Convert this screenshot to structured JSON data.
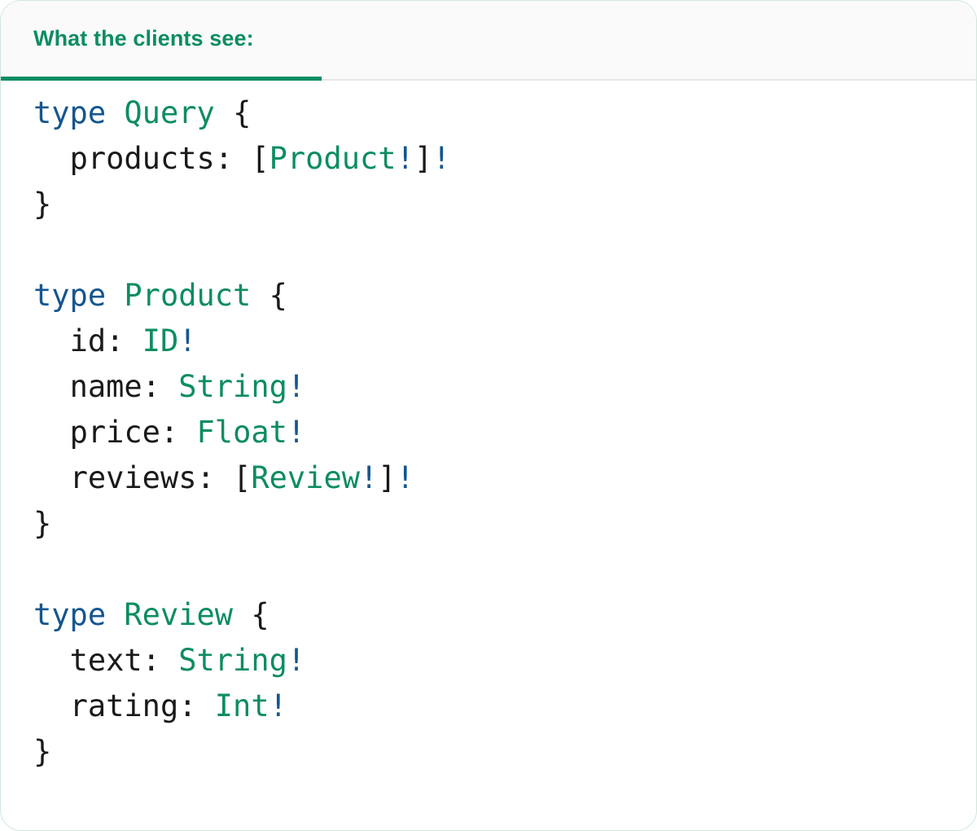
{
  "colors": {
    "accent_green": "#0d8c63",
    "keyword_blue": "#14568f",
    "text_black": "#1a1a1a",
    "header_bg": "#fafafa",
    "body_bg": "#ffffff",
    "divider": "#e6e6e6",
    "card_border": "#cfe7da"
  },
  "header": {
    "tab_label": "What the clients see:"
  },
  "code": {
    "language": "graphql",
    "lines": [
      {
        "indent": 0,
        "tokens": [
          {
            "t": "type",
            "k": "kw"
          },
          {
            "t": " ",
            "k": "punc"
          },
          {
            "t": "Query",
            "k": "type"
          },
          {
            "t": " ",
            "k": "punc"
          },
          {
            "t": "{",
            "k": "punc"
          }
        ]
      },
      {
        "indent": 1,
        "tokens": [
          {
            "t": "products",
            "k": "name"
          },
          {
            "t": ": ",
            "k": "punc"
          },
          {
            "t": "[",
            "k": "punc"
          },
          {
            "t": "Product",
            "k": "type"
          },
          {
            "t": "!",
            "k": "bang"
          },
          {
            "t": "]",
            "k": "punc"
          },
          {
            "t": "!",
            "k": "bang"
          }
        ]
      },
      {
        "indent": 0,
        "tokens": [
          {
            "t": "}",
            "k": "punc"
          }
        ]
      },
      {
        "indent": 0,
        "tokens": []
      },
      {
        "indent": 0,
        "tokens": [
          {
            "t": "type",
            "k": "kw"
          },
          {
            "t": " ",
            "k": "punc"
          },
          {
            "t": "Product",
            "k": "type"
          },
          {
            "t": " ",
            "k": "punc"
          },
          {
            "t": "{",
            "k": "punc"
          }
        ]
      },
      {
        "indent": 1,
        "tokens": [
          {
            "t": "id",
            "k": "name"
          },
          {
            "t": ": ",
            "k": "punc"
          },
          {
            "t": "ID",
            "k": "type"
          },
          {
            "t": "!",
            "k": "bang"
          }
        ]
      },
      {
        "indent": 1,
        "tokens": [
          {
            "t": "name",
            "k": "name"
          },
          {
            "t": ": ",
            "k": "punc"
          },
          {
            "t": "String",
            "k": "type"
          },
          {
            "t": "!",
            "k": "bang"
          }
        ]
      },
      {
        "indent": 1,
        "tokens": [
          {
            "t": "price",
            "k": "name"
          },
          {
            "t": ": ",
            "k": "punc"
          },
          {
            "t": "Float",
            "k": "type"
          },
          {
            "t": "!",
            "k": "bang"
          }
        ]
      },
      {
        "indent": 1,
        "tokens": [
          {
            "t": "reviews",
            "k": "name"
          },
          {
            "t": ": ",
            "k": "punc"
          },
          {
            "t": "[",
            "k": "punc"
          },
          {
            "t": "Review",
            "k": "type"
          },
          {
            "t": "!",
            "k": "bang"
          },
          {
            "t": "]",
            "k": "punc"
          },
          {
            "t": "!",
            "k": "bang"
          }
        ]
      },
      {
        "indent": 0,
        "tokens": [
          {
            "t": "}",
            "k": "punc"
          }
        ]
      },
      {
        "indent": 0,
        "tokens": []
      },
      {
        "indent": 0,
        "tokens": [
          {
            "t": "type",
            "k": "kw"
          },
          {
            "t": " ",
            "k": "punc"
          },
          {
            "t": "Review",
            "k": "type"
          },
          {
            "t": " ",
            "k": "punc"
          },
          {
            "t": "{",
            "k": "punc"
          }
        ]
      },
      {
        "indent": 1,
        "tokens": [
          {
            "t": "text",
            "k": "name"
          },
          {
            "t": ": ",
            "k": "punc"
          },
          {
            "t": "String",
            "k": "type"
          },
          {
            "t": "!",
            "k": "bang"
          }
        ]
      },
      {
        "indent": 1,
        "tokens": [
          {
            "t": "rating",
            "k": "name"
          },
          {
            "t": ": ",
            "k": "punc"
          },
          {
            "t": "Int",
            "k": "type"
          },
          {
            "t": "!",
            "k": "bang"
          }
        ]
      },
      {
        "indent": 0,
        "tokens": [
          {
            "t": "}",
            "k": "punc"
          }
        ]
      }
    ]
  }
}
